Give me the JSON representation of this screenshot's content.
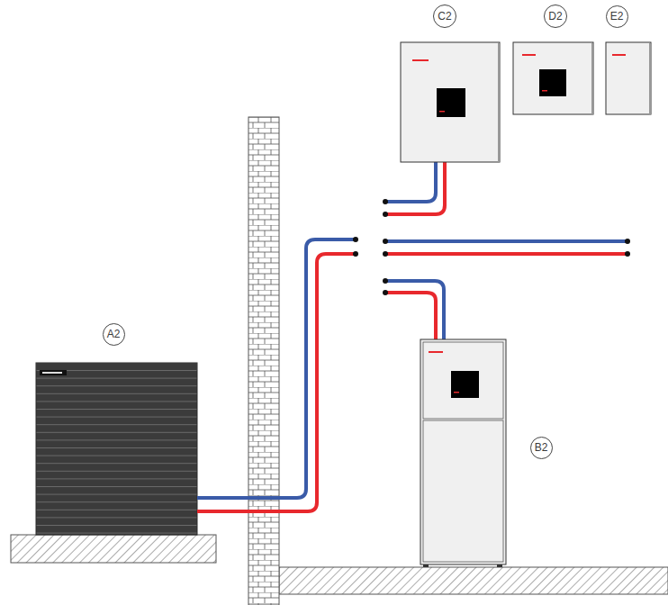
{
  "diagram": {
    "nodes": [
      {
        "text": [
          "C2"
        ]
      },
      {
        "text": [
          "D2"
        ]
      },
      {
        "text": [
          "E2"
        ]
      },
      {
        "text": [
          "A2"
        ]
      },
      {
        "text": [
          "B2"
        ]
      }
    ]
  }
}
